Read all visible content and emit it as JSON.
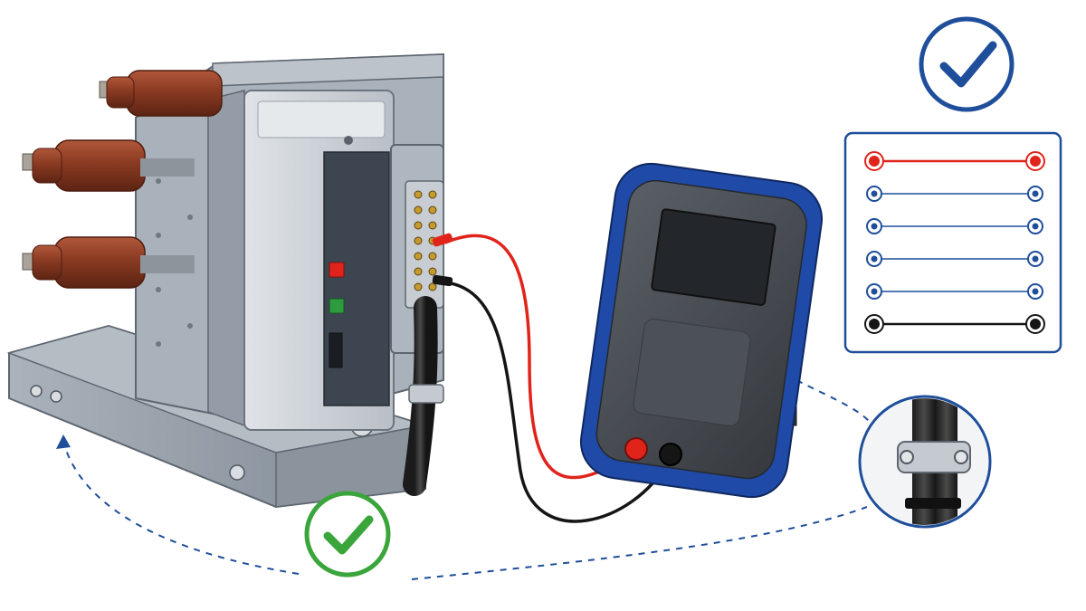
{
  "colors": {
    "brand_blue": "#1f4e9a",
    "check_green": "#3aa53a",
    "test_lead_red": "#e0241b",
    "test_lead_black": "#151515",
    "insulator_brown": "#8a3a22",
    "frame_steel": "#9aa3ad",
    "cabinet_grey": "#c9ced4",
    "panel_dark": "#3d4550",
    "tester_body": "#4a4e54",
    "tester_screen": "#23272b",
    "tester_bumper": "#1f4aa8"
  },
  "scene": {
    "breaker": {
      "icon": "vacuum-circuit-breaker",
      "insulators": 3,
      "indicators": [
        "red",
        "green"
      ]
    },
    "tester": {
      "icon": "continuity-tester",
      "leads": [
        "red",
        "black"
      ]
    },
    "pin_map": {
      "icon": "wiring-continuity-diagram",
      "wires": [
        "red",
        "blue",
        "blue",
        "blue",
        "blue",
        "black"
      ]
    },
    "checks": [
      {
        "icon": "check-circle-icon",
        "color": "blue"
      },
      {
        "icon": "check-circle-icon",
        "color": "green"
      }
    ],
    "detail": {
      "icon": "cable-clamp-magnifier"
    }
  }
}
